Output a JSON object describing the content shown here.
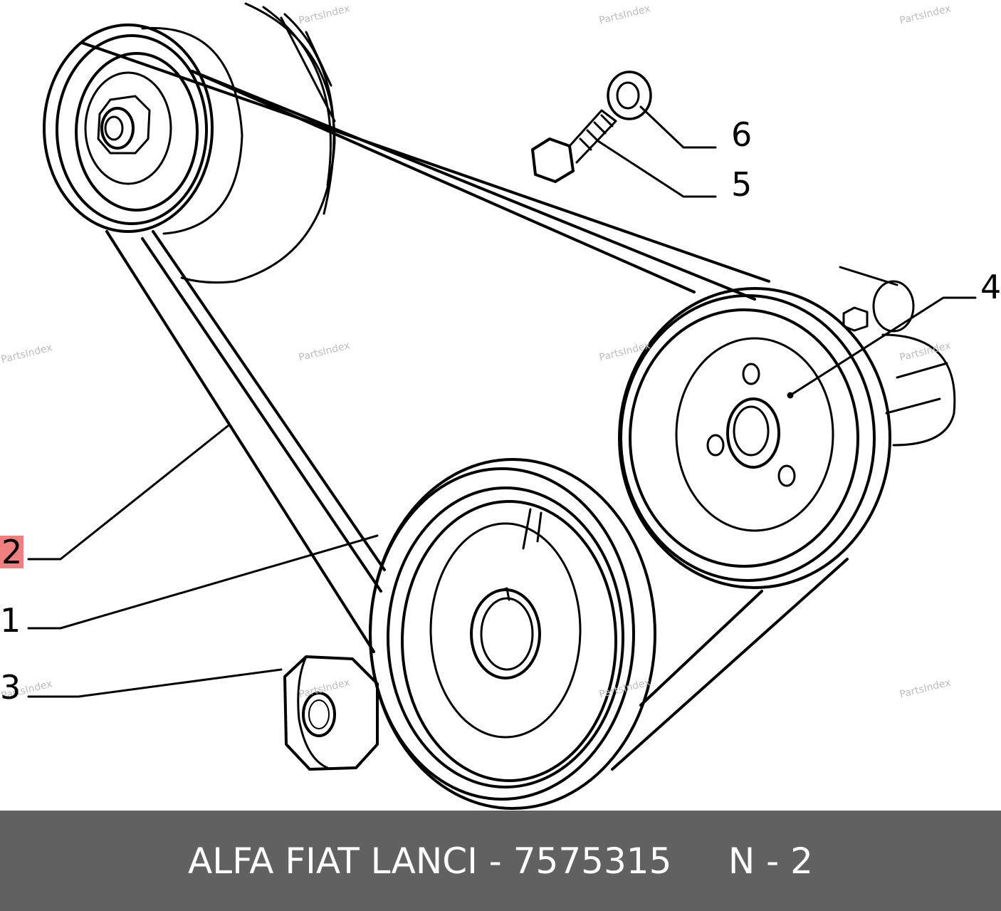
{
  "watermark": "PartsIndex",
  "callouts": {
    "c1": "1",
    "c2": "2",
    "c3": "3",
    "c4": "4",
    "c5": "5",
    "c6": "6"
  },
  "highlighted_callout": "2",
  "highlight_color": "#f08080",
  "caption": {
    "part": "ALFA FIAT LANCI - 7575315",
    "ref": "N - 2"
  },
  "caption_bar_color": "#616161"
}
